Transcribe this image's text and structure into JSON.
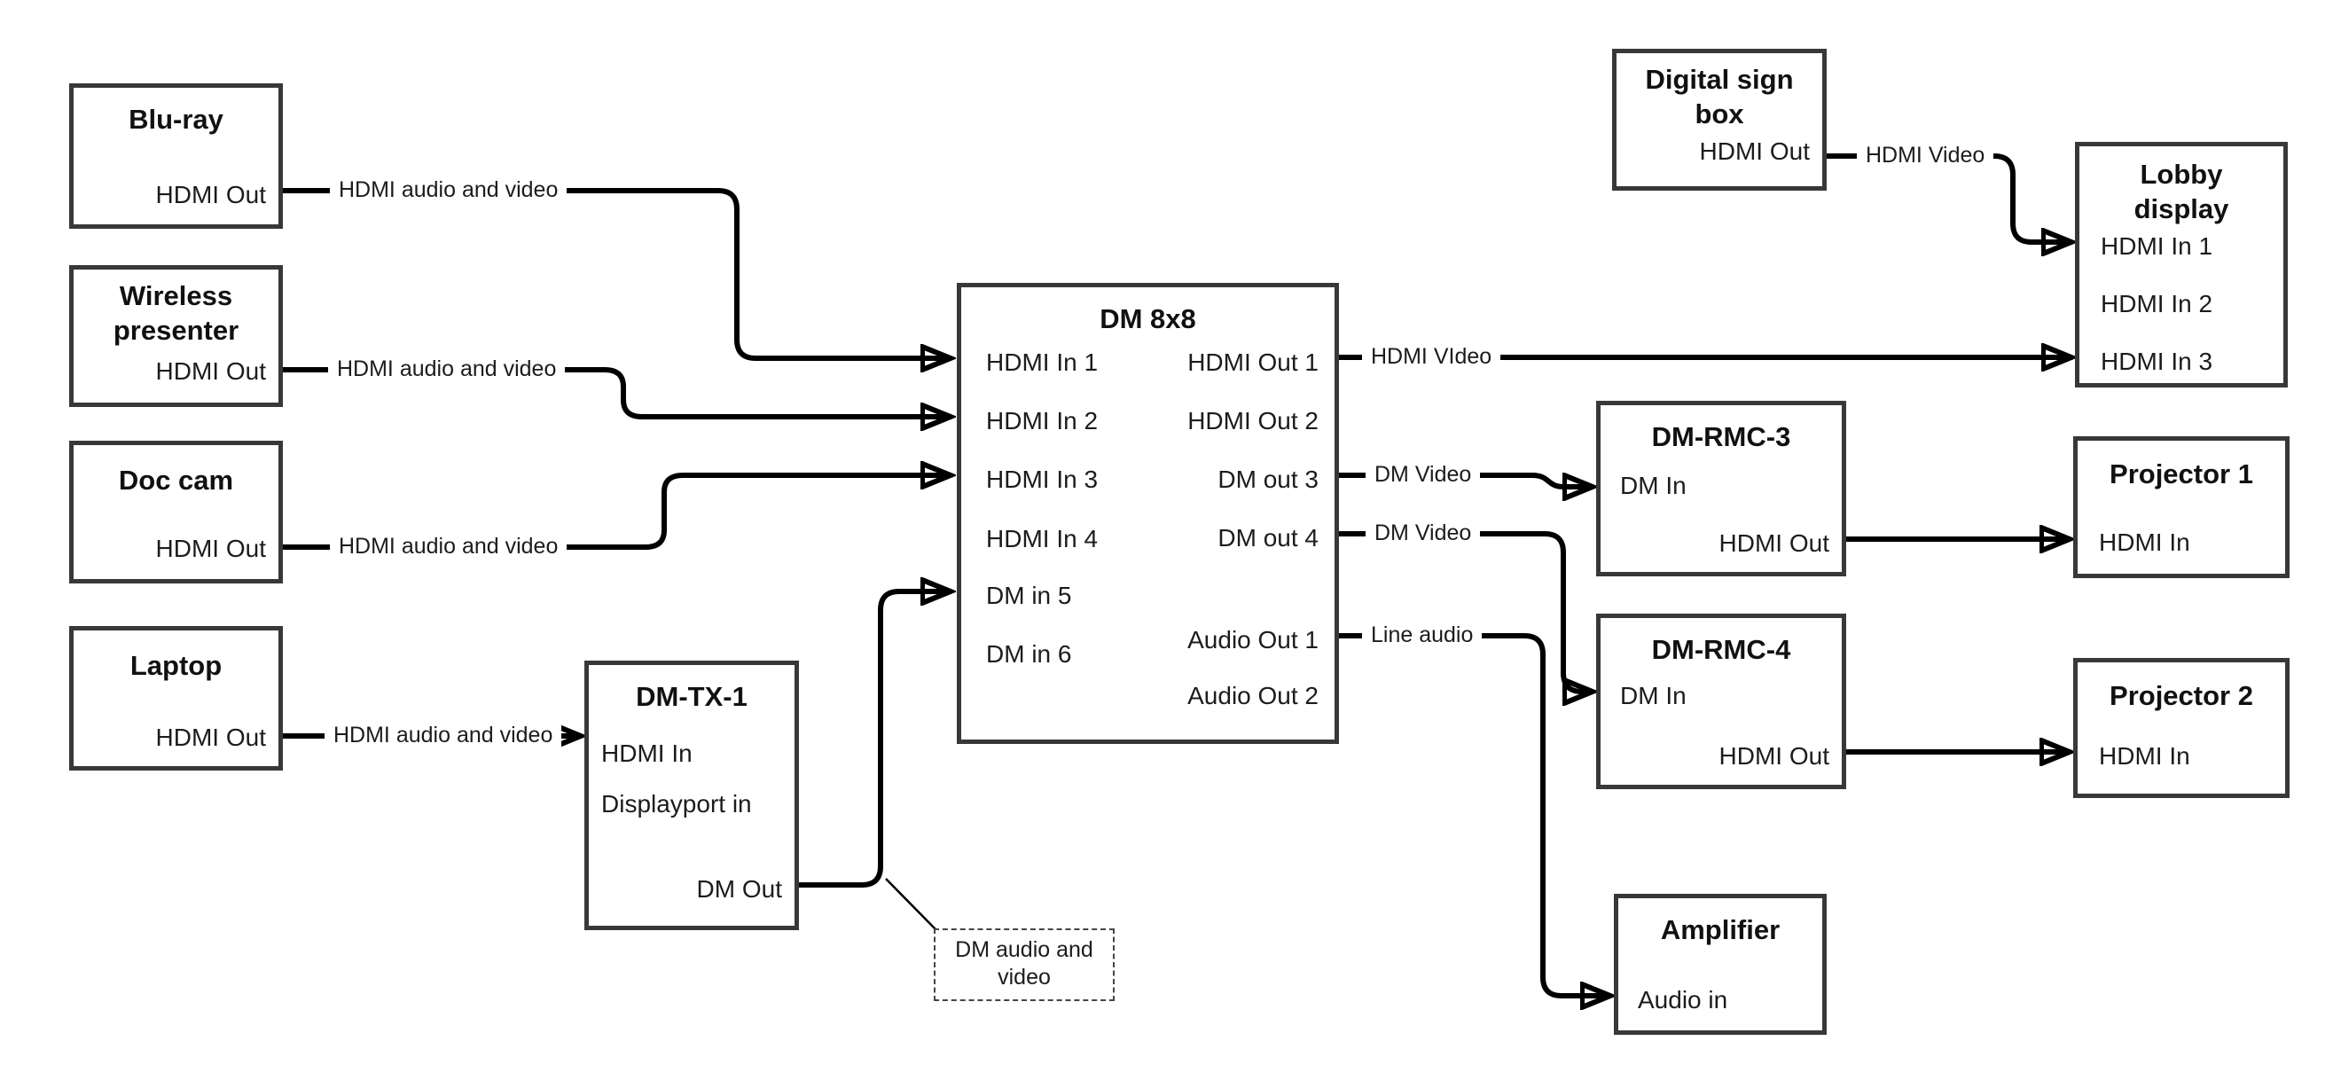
{
  "devices": {
    "bluray": {
      "title": "Blu-ray",
      "hdmi_out": "HDMI Out"
    },
    "wireless_presenter": {
      "title": "Wireless\npresenter",
      "hdmi_out": "HDMI Out"
    },
    "doc_cam": {
      "title": "Doc cam",
      "hdmi_out": "HDMI Out"
    },
    "laptop": {
      "title": "Laptop",
      "hdmi_out": "HDMI Out"
    },
    "dm_tx_1": {
      "title": "DM-TX-1",
      "hdmi_in": "HDMI In",
      "displayport_in": "Displayport in",
      "dm_out": "DM Out"
    },
    "dm_8x8": {
      "title": "DM 8x8",
      "hdmi_in_1": "HDMI In 1",
      "hdmi_in_2": "HDMI In 2",
      "hdmi_in_3": "HDMI In 3",
      "hdmi_in_4": "HDMI In 4",
      "dm_in_5": "DM in 5",
      "dm_in_6": "DM in 6",
      "hdmi_out_1": "HDMI Out 1",
      "hdmi_out_2": "HDMI Out 2",
      "dm_out_3": "DM out 3",
      "dm_out_4": "DM out 4",
      "audio_out_1": "Audio Out 1",
      "audio_out_2": "Audio Out 2"
    },
    "digital_sign_box": {
      "title": "Digital sign\nbox",
      "hdmi_out": "HDMI Out"
    },
    "lobby_display": {
      "title": "Lobby\ndisplay",
      "hdmi_in_1": "HDMI In 1",
      "hdmi_in_2": "HDMI In 2",
      "hdmi_in_3": "HDMI In 3"
    },
    "dm_rmc_3": {
      "title": "DM-RMC-3",
      "dm_in": "DM In",
      "hdmi_out": "HDMI Out"
    },
    "dm_rmc_4": {
      "title": "DM-RMC-4",
      "dm_in": "DM In",
      "hdmi_out": "HDMI Out"
    },
    "projector_1": {
      "title": "Projector 1",
      "hdmi_in": "HDMI In"
    },
    "projector_2": {
      "title": "Projector 2",
      "hdmi_in": "HDMI In"
    },
    "amplifier": {
      "title": "Amplifier",
      "audio_in": "Audio in"
    }
  },
  "wire_labels": {
    "bluray_to_dm8x8": "HDMI audio and video",
    "wireless_to_dm8x8": "HDMI audio and video",
    "doc_cam_to_dm8x8": "HDMI audio and video",
    "laptop_to_dmtx1": "HDMI audio and video",
    "dm8x8_hdmi_out_1": "HDMI VIdeo",
    "dm8x8_dm_out_3": "DM Video",
    "dm8x8_dm_out_4": "DM Video",
    "dm8x8_audio_out_1": "Line audio",
    "digital_sign_to_lobby": "HDMI Video"
  },
  "callout": {
    "dm_audio_video": "DM audio and\nvideo"
  },
  "colors": {
    "background": "#ffffff",
    "wire": "#000000",
    "box_border": "#383838",
    "text": "#1c1c1c"
  }
}
